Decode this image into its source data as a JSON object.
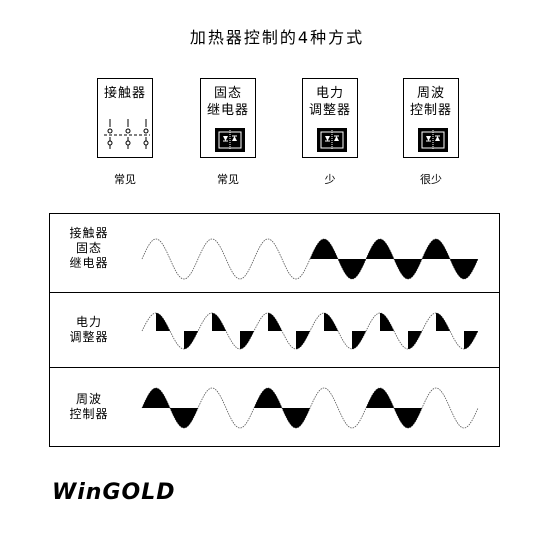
{
  "title": "加热器控制的4种方式",
  "cards": [
    {
      "label": "接触器",
      "icon": "contactor-switch-icon",
      "freq": "常见"
    },
    {
      "label": "固态\n继电器",
      "icon": "ssr-thyristor-icon",
      "freq": "常见"
    },
    {
      "label": "电力\n调整器",
      "icon": "power-regulator-thyristor-icon",
      "freq": "少"
    },
    {
      "label": "周波\n控制器",
      "icon": "cycle-controller-thyristor-icon",
      "freq": "很少"
    }
  ],
  "panels": [
    {
      "label": "接触器\n固态\n继电器",
      "mode": "on-off: 3 cycles off, 3 cycles on"
    },
    {
      "label": "电力\n调整器",
      "mode": "phase-angle: every half-cycle partially conducted"
    },
    {
      "label": "周波\n控制器",
      "mode": "cycle control: on, off alternating cycles"
    }
  ],
  "logo": "WinGOLD"
}
